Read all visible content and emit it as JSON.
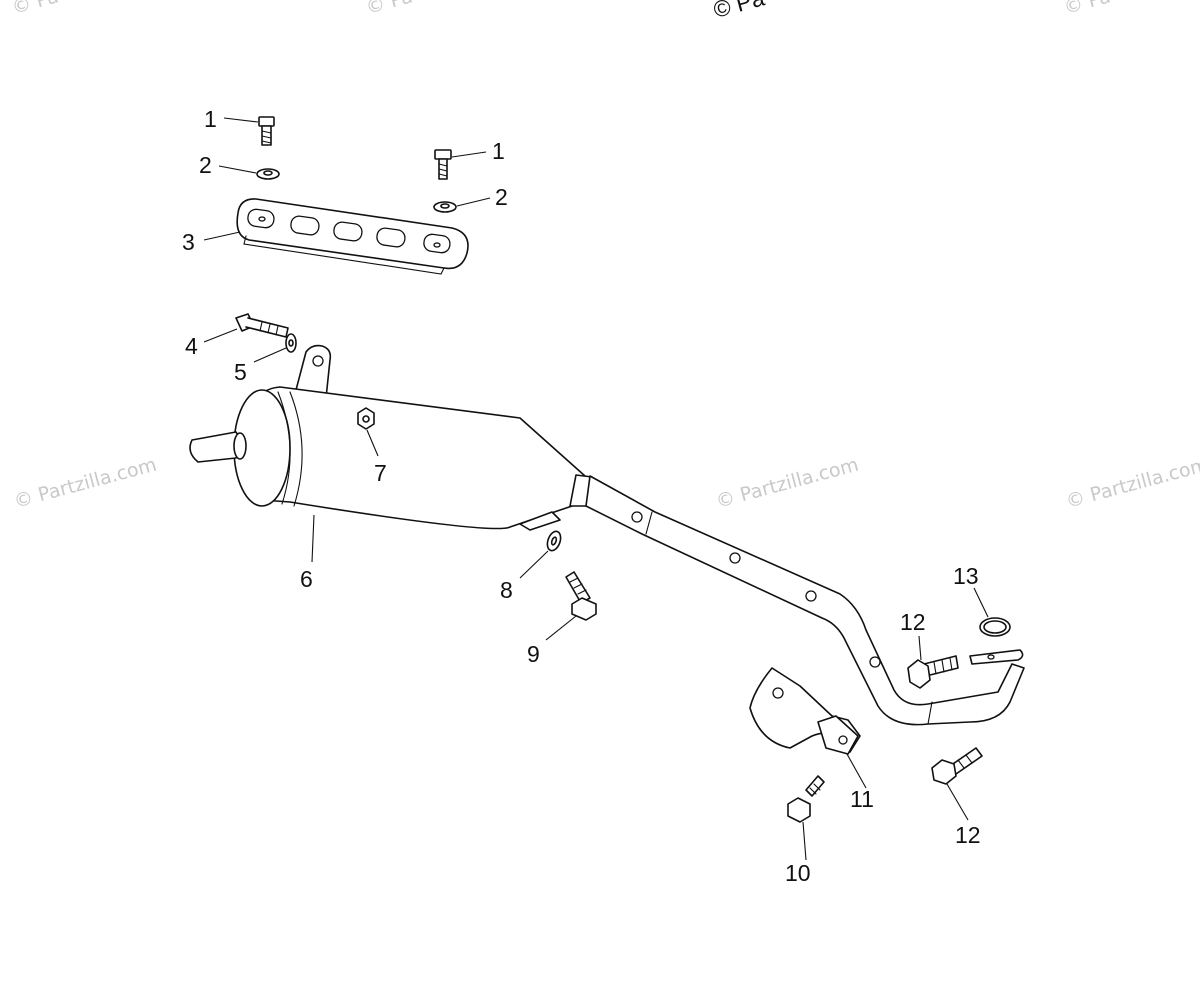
{
  "watermarks": {
    "copyright": "© Partzilla.com",
    "partial": "© Pa"
  },
  "callouts": {
    "c1a": "1",
    "c1b": "1",
    "c2a": "2",
    "c2b": "2",
    "c3": "3",
    "c4": "4",
    "c5": "5",
    "c6": "6",
    "c7": "7",
    "c8": "8",
    "c9": "9",
    "c10": "10",
    "c11": "11",
    "c12a": "12",
    "c12b": "12",
    "c13": "13"
  }
}
